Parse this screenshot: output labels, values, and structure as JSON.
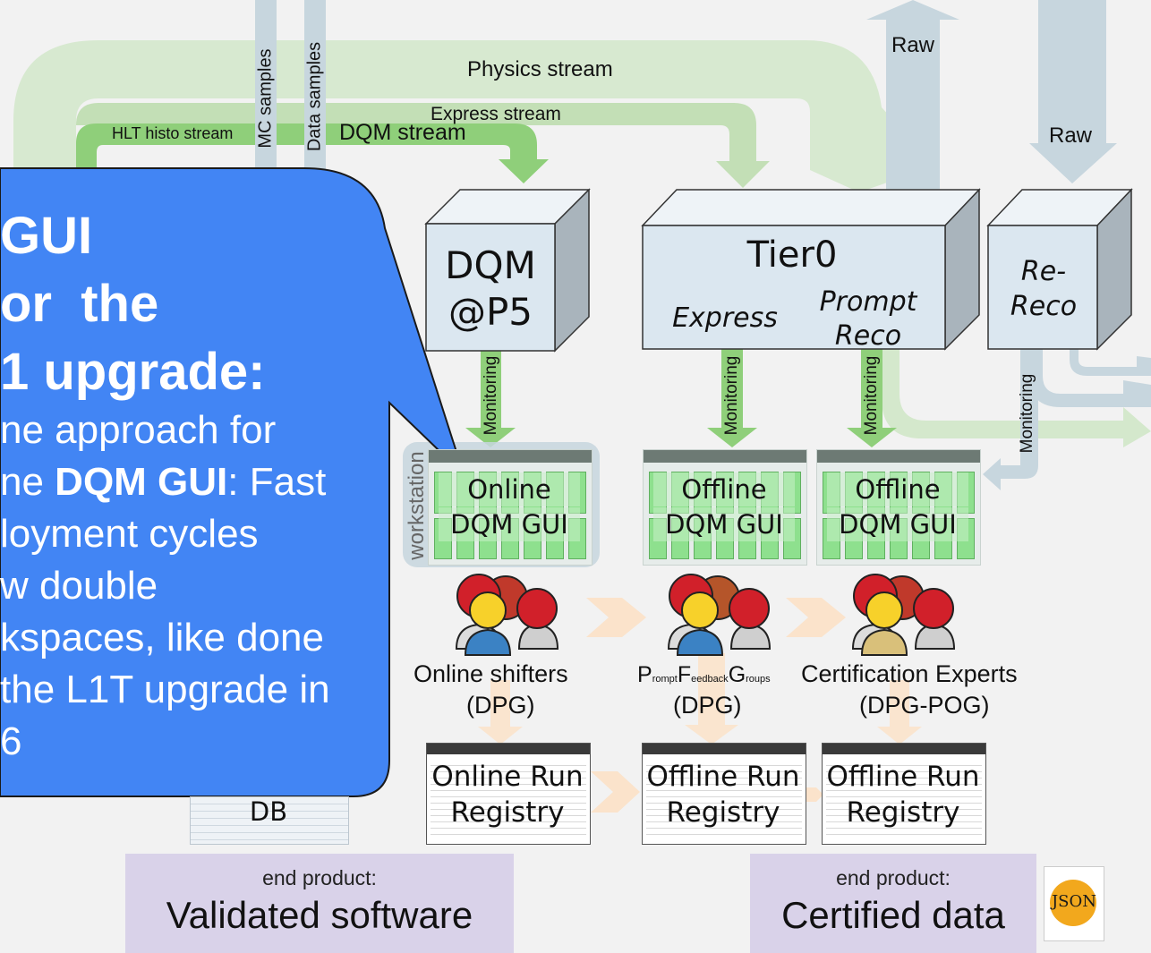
{
  "streams": {
    "physics": "Physics stream",
    "express": "Express stream",
    "hlt_histo": "HLT histo stream",
    "dqm": "DQM stream",
    "mc_samples": "MC samples",
    "data_samples": "Data samples",
    "raw_top": "Raw",
    "raw_right": "Raw"
  },
  "cubes": {
    "dqm_p5_line1": "DQM",
    "dqm_p5_line2": "@P5",
    "tier0_title": "Tier0",
    "tier0_express": "Express",
    "tier0_prompt_line1": "Prompt",
    "tier0_prompt_line2": "Reco",
    "rereco_line1": "Re-",
    "rereco_line2": "Reco"
  },
  "monitoring_label": "Monitoring",
  "workstation_label": "workstation",
  "guis": [
    {
      "line1": "Online",
      "line2": "DQM GUI"
    },
    {
      "line1": "Offline",
      "line2": "DQM GUI"
    },
    {
      "line1": "Offline",
      "line2": "DQM GUI"
    }
  ],
  "teams": {
    "online_name": "Online shifters",
    "online_group": "(DPG)",
    "pfg_P": "P",
    "pfg_rompt": "rompt",
    "pfg_F": "F",
    "pfg_eedback": "eedback",
    "pfg_G": "G",
    "pfg_roups": "roups",
    "pfg_group": "(DPG)",
    "cert_name": "Certification Experts",
    "cert_group": "(DPG-POG)"
  },
  "registries": [
    {
      "line1": "Online Run",
      "line2": "Registry"
    },
    {
      "line1": "Offline Run",
      "line2": "Registry"
    },
    {
      "line1": "Offline Run",
      "line2": "Registry"
    }
  ],
  "db_label": "DB",
  "products": {
    "left_caption": "end product:",
    "left_value": "Validated software",
    "right_caption": "end product:",
    "right_value": "Certified data",
    "json_badge": "JSON"
  },
  "callout": {
    "line1": "GUI",
    "line2": "or  the",
    "line3": "1 upgrade:",
    "line4": "ne approach for",
    "line5_pre": "ne ",
    "line5_bold": "DQM GUI",
    "line5_post": ": Fast",
    "line6": "loyment cycles",
    "line7": "w double",
    "line8": "kspaces, like done",
    "line9": "the L1T upgrade in",
    "line10": "6"
  },
  "colors": {
    "stream_fill": "#d4e8cc",
    "dqm_stream_fill": "#8fcf7a",
    "raw_fill": "#c7d6de",
    "cube_face": "#dbe7f0",
    "callout_blue": "#4285f4",
    "product_fill": "#d9d2e9",
    "flow_arrow": "#fbe3cb"
  }
}
